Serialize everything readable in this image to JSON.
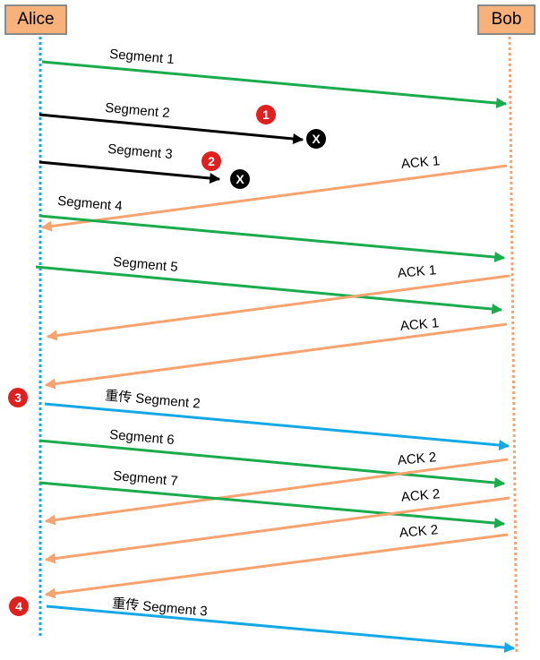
{
  "participants": {
    "left": {
      "name": "Alice"
    },
    "right": {
      "name": "Bob"
    }
  },
  "colors": {
    "green": "#1aab4d",
    "black": "#000000",
    "orange": "#f7a36f",
    "blue": "#14a8e6",
    "badge_red": "#e0201e",
    "box_fill": "#f9b17a"
  },
  "messages": [
    {
      "label": "Segment 1",
      "direction": "to-right",
      "color": "green",
      "status": "delivered"
    },
    {
      "label": "Segment 2",
      "direction": "to-right",
      "color": "black",
      "status": "lost",
      "badge": "1"
    },
    {
      "label": "Segment 3",
      "direction": "to-right",
      "color": "black",
      "status": "lost",
      "badge": "2"
    },
    {
      "label": "ACK 1",
      "direction": "to-left",
      "color": "orange",
      "status": "delivered"
    },
    {
      "label": "Segment 4",
      "direction": "to-right",
      "color": "green",
      "status": "delivered"
    },
    {
      "label": "Segment 5",
      "direction": "to-right",
      "color": "green",
      "status": "delivered"
    },
    {
      "label": "ACK 1",
      "direction": "to-left",
      "color": "orange",
      "status": "delivered"
    },
    {
      "label": "ACK 1",
      "direction": "to-left",
      "color": "orange",
      "status": "delivered"
    },
    {
      "label": "重传 Segment 2",
      "direction": "to-right",
      "color": "blue",
      "status": "delivered",
      "badge": "3"
    },
    {
      "label": "Segment 6",
      "direction": "to-right",
      "color": "green",
      "status": "delivered"
    },
    {
      "label": "ACK 2",
      "direction": "to-left",
      "color": "orange",
      "status": "delivered"
    },
    {
      "label": "Segment 7",
      "direction": "to-right",
      "color": "green",
      "status": "delivered"
    },
    {
      "label": "ACK 2",
      "direction": "to-left",
      "color": "orange",
      "status": "delivered"
    },
    {
      "label": "ACK 2",
      "direction": "to-left",
      "color": "orange",
      "status": "delivered"
    },
    {
      "label": "重传 Segment 3",
      "direction": "to-right",
      "color": "blue",
      "status": "delivered",
      "badge": "4"
    }
  ],
  "loss_marker": "X"
}
